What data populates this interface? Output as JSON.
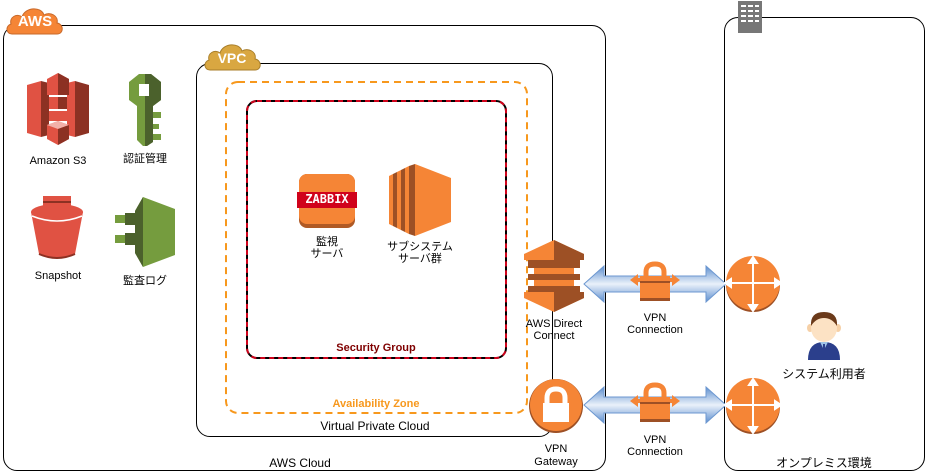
{
  "groups": {
    "aws_cloud": {
      "badge": "AWS",
      "label": "AWS Cloud"
    },
    "vpc": {
      "badge": "VPC",
      "label": "Virtual Private Cloud"
    },
    "availability_zone": {
      "label": "Availability Zone"
    },
    "security_group": {
      "label": "Security Group"
    },
    "on_premises": {
      "label": "オンプレミス環境"
    }
  },
  "services": {
    "s3": {
      "label": "Amazon S3"
    },
    "iam": {
      "label": "認証管理"
    },
    "snapshot": {
      "label": "Snapshot"
    },
    "audit_log": {
      "label": "監査ログ"
    },
    "zabbix": {
      "logo": "ZABBIX",
      "label_line1": "監視",
      "label_line2": "サーバ"
    },
    "ec2": {
      "label_line1": "サブシステム",
      "label_line2": "サーバ群"
    },
    "direct_connect": {
      "label_line1": "AWS Direct",
      "label_line2": "Connect"
    },
    "vpn_gateway": {
      "label_line1": "VPN",
      "label_line2": "Gateway"
    },
    "vpn_connection_top": {
      "label_line1": "VPN",
      "label_line2": "Connection"
    },
    "vpn_connection_bottom": {
      "label_line1": "VPN",
      "label_line2": "Connection"
    },
    "user": {
      "label": "システム利用者"
    }
  },
  "colors": {
    "aws_orange": "#F58536",
    "aws_red": "#E05243",
    "aws_green": "#759C3E",
    "vpc_gold": "#D9A741",
    "az_orange": "#F7981D",
    "sg_red": "#D0021B",
    "sg_label": "#7F0000",
    "arrow_blue": "#7AA7DA"
  }
}
